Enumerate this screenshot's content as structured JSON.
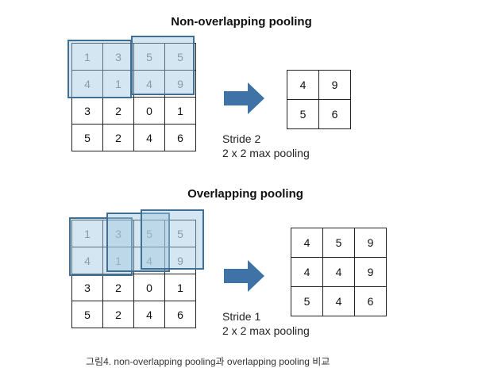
{
  "section1": {
    "title": "Non-overlapping pooling",
    "input": [
      [
        "1",
        "3",
        "5",
        "5"
      ],
      [
        "4",
        "1",
        "4",
        "9"
      ],
      [
        "3",
        "2",
        "0",
        "1"
      ],
      [
        "5",
        "2",
        "4",
        "6"
      ]
    ],
    "output": [
      [
        "4",
        "9"
      ],
      [
        "5",
        "6"
      ]
    ],
    "stride": "Stride 2",
    "pool": "2 x 2 max pooling"
  },
  "section2": {
    "title": "Overlapping pooling",
    "input": [
      [
        "1",
        "3",
        "5",
        "5"
      ],
      [
        "4",
        "1",
        "4",
        "9"
      ],
      [
        "3",
        "2",
        "0",
        "1"
      ],
      [
        "5",
        "2",
        "4",
        "6"
      ]
    ],
    "output": [
      [
        "4",
        "5",
        "9"
      ],
      [
        "4",
        "4",
        "9"
      ],
      [
        "5",
        "4",
        "6"
      ]
    ],
    "stride": "Stride 1",
    "pool": "2 x 2 max pooling"
  },
  "figure_caption": "그림4. non-overlapping pooling과 overlapping pooling 비교",
  "colors": {
    "overlay_fill": "#a0c8e1",
    "overlay_border": "#3f6f95",
    "arrow": "#3f73a8"
  }
}
